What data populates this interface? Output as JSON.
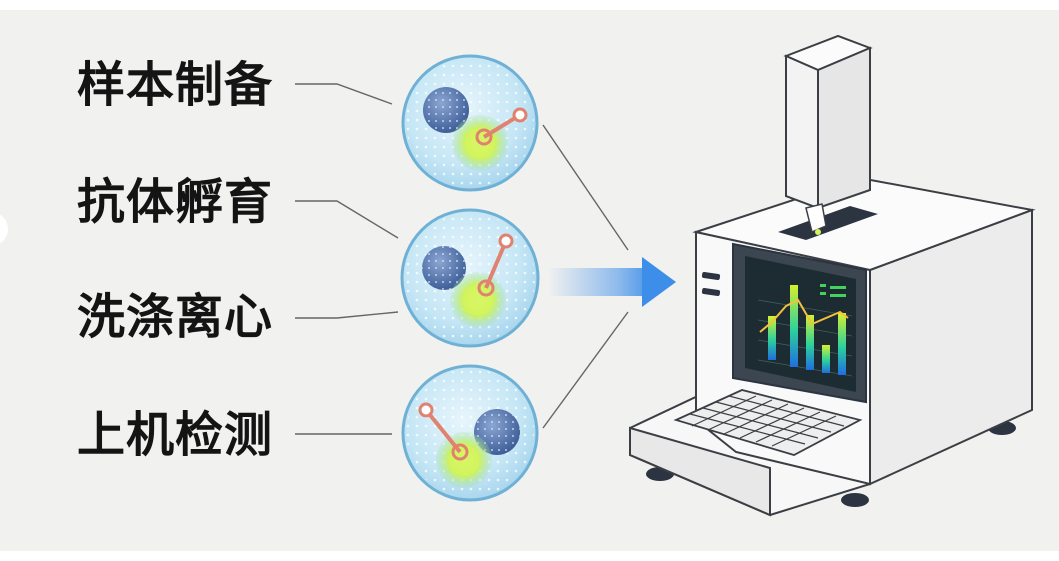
{
  "diagram": {
    "steps": [
      {
        "label": "样本制备"
      },
      {
        "label": "抗体孵育"
      },
      {
        "label": "洗涤离心"
      },
      {
        "label": "上机检测"
      }
    ]
  },
  "colors": {
    "background": "#f1f1f0",
    "label_text": "#141414",
    "cell_fill": "#bfe2f3",
    "cell_border": "#6fb1d4",
    "nucleus": "#4f6fa6",
    "antibody_glow": "#c9f25a",
    "antibody_link": "#e0826f",
    "arrow": "#3d8ee8",
    "screen": "#1d2c33",
    "machine_body": "#f7f7f7"
  },
  "icons": {
    "cells": [
      "cell-icon",
      "cell-icon",
      "cell-icon"
    ],
    "arrow": "arrow-right-icon",
    "instrument": "flow-cytometer-icon",
    "keyboard": "keyboard-icon"
  }
}
